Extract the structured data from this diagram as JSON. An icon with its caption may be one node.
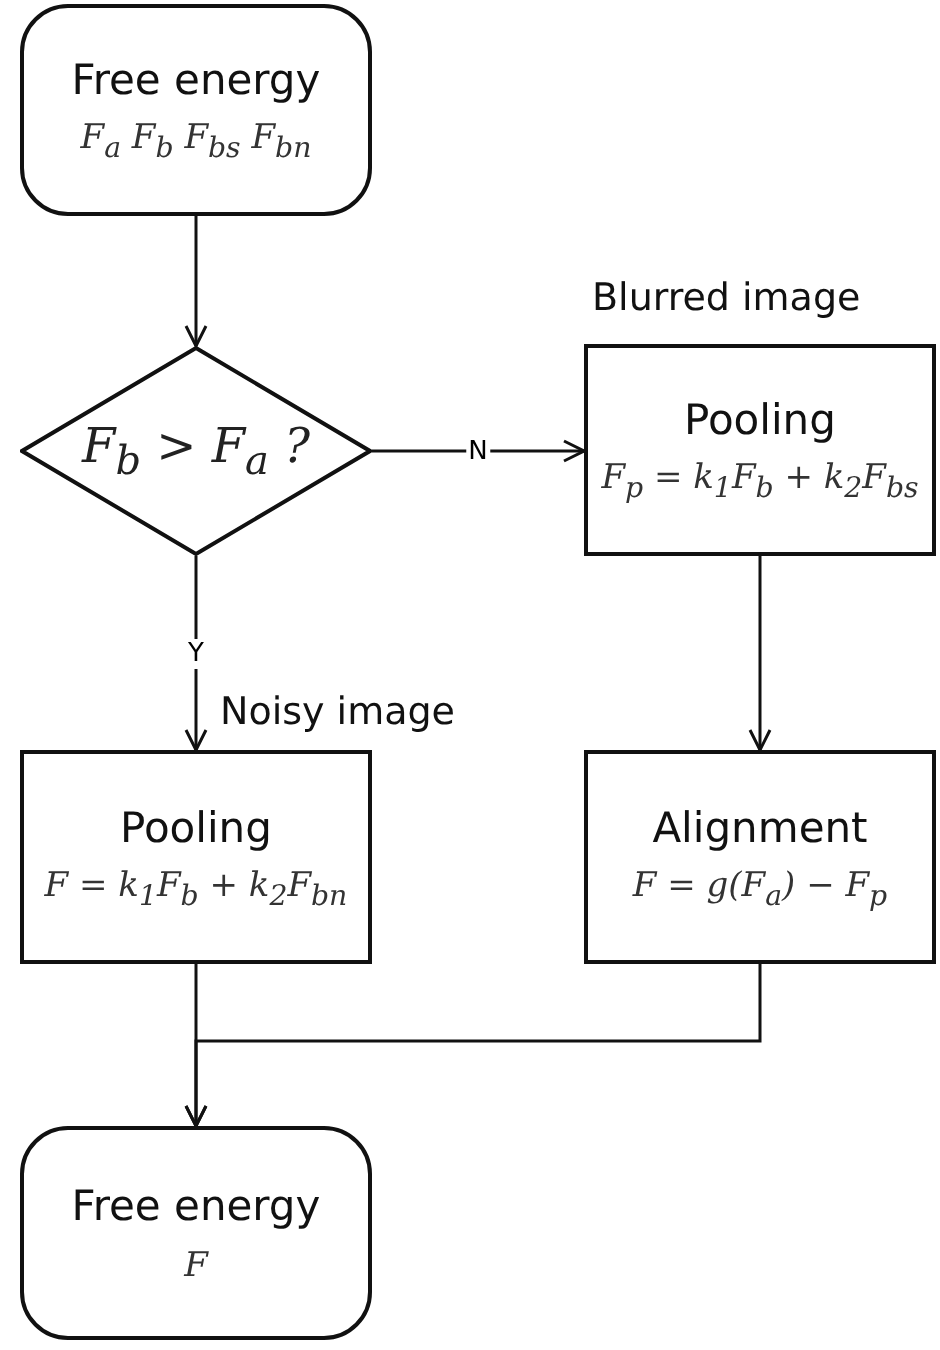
{
  "diagram": {
    "nodes": [
      {
        "text": [
          "Free energy",
          "F$_{a}$ F$_{b}$ F$_{bs}$ F$_{bn}$"
        ]
      },
      {
        "text": [
          "F$_{b}$ > F$_{a}$ ?"
        ]
      },
      {
        "text": [
          "Pooling",
          "F$_{p}$ = k$_{1}$F$_{b}$ + k$_{2}$F$_{bs}$"
        ],
        "beside": [
          "Blurred image"
        ]
      },
      {
        "text": [
          "Pooling",
          "F = k$_{1}$F$_{b}$ + k$_{2}$F$_{bn}$"
        ],
        "beside": [
          "Noisy image"
        ]
      },
      {
        "text": [
          "Alignment",
          "F = g(F$_{a}$) − F$_{p}$"
        ]
      },
      {
        "text": [
          "Free energy",
          "F"
        ]
      }
    ],
    "edges": [
      {
        "from": 0,
        "to": 1,
        "arrow": "to"
      },
      {
        "from": 1,
        "to": 2,
        "arrow": "to",
        "label": "N"
      },
      {
        "from": 1,
        "to": 3,
        "arrow": "to",
        "label": "Y"
      },
      {
        "from": 2,
        "to": 4,
        "arrow": "to"
      },
      {
        "from": 3,
        "to": 5,
        "arrow": "to"
      },
      {
        "from": 4,
        "to": 5,
        "arrow": "to"
      }
    ]
  }
}
